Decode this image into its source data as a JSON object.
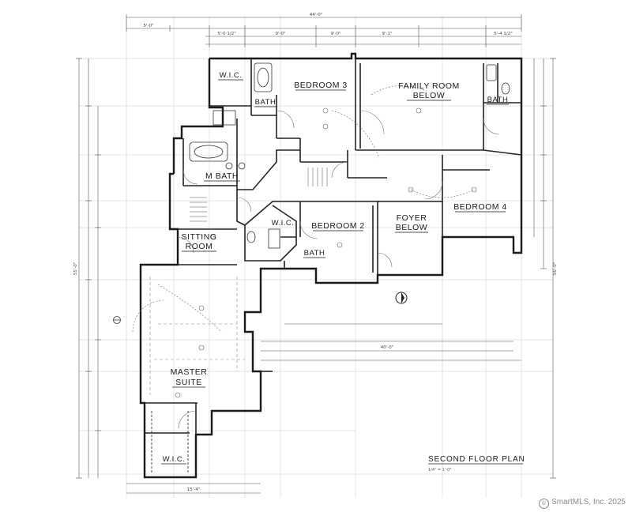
{
  "drawing": {
    "title": "SECOND FLOOR PLAN",
    "scale_note": "1/4\" = 1'-0\""
  },
  "rooms": {
    "wic_top": "W.I.C.",
    "bath_top_left": "BATH",
    "bedroom3": "BEDROOM 3",
    "family_room_below": [
      "FAMILY ROOM",
      "BELOW"
    ],
    "bath_top_right": "BATH",
    "m_bath": "M BATH",
    "wic_mid": "W.I.C.",
    "bedroom2": "BEDROOM 2",
    "bath_mid": "BATH",
    "foyer_below": [
      "FOYER",
      "BELOW"
    ],
    "bedroom4": "BEDROOM 4",
    "sitting_room": [
      "SITTING",
      "ROOM"
    ],
    "master_suite": [
      "MASTER",
      "SUITE"
    ],
    "wic_bottom": "W.I.C."
  },
  "dimensions": {
    "overall_top": "44'-0\"",
    "overall_right": "56'-0\"",
    "overall_left": "55'-0\"",
    "top_segments": [
      "5'-0\"",
      "5'-0 1/2\"",
      "9'-0\"",
      "9'-0\"",
      "9'-1\"",
      "5'-4 1/2\""
    ],
    "mid_run": "40'-0\"",
    "lower_run": "15'-4\""
  },
  "copyright": "SmartMLS, Inc. 2025"
}
